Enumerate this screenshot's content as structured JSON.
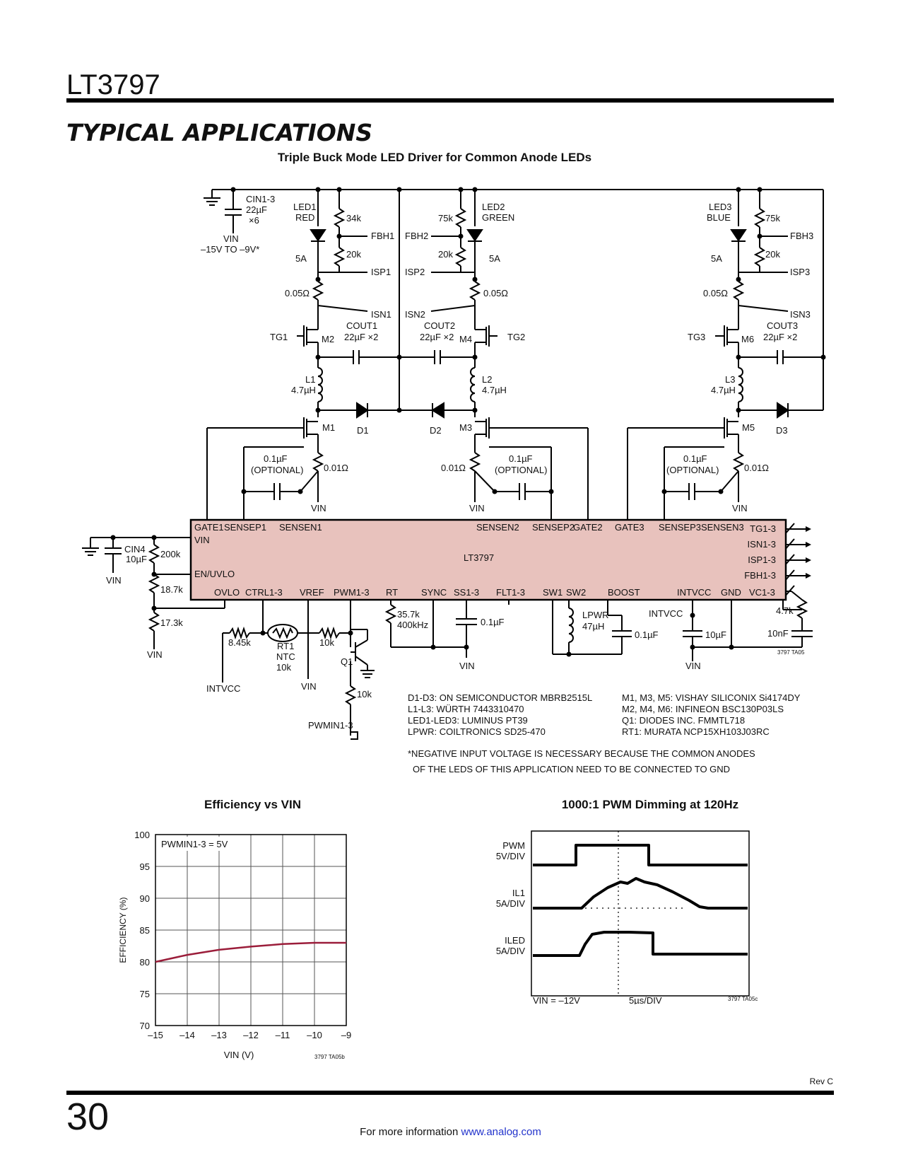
{
  "header": {
    "part_number": "LT3797",
    "section_title": "TYPICAL APPLICATIONS"
  },
  "schematic": {
    "title": "Triple Buck Mode LED Driver for Common Anode LEDs",
    "ic_name": "LT3797",
    "pins_top": [
      "GATE1",
      "SENSEP1",
      "SENSEN1",
      "SENSEN2",
      "SENSEP2",
      "GATE2",
      "GATE3",
      "SENSEP3",
      "SENSEN3"
    ],
    "pins_left": [
      "VIN",
      "EN/UVLO"
    ],
    "pins_bottom": [
      "OVLO",
      "CTRL1-3",
      "VREF",
      "PWM1-3",
      "RT",
      "SYNC",
      "SS1-3",
      "FLT1-3",
      "SW1",
      "SW2",
      "BOOST",
      "INTVCC",
      "GND",
      "VC1-3"
    ],
    "pins_right": [
      "TG1-3",
      "ISN1-3",
      "ISP1-3",
      "FBH1-3"
    ],
    "labels": {
      "cin13": "CIN1-3",
      "cin13_val": "22µF",
      "cin13_mult": "×6",
      "vin": "VIN",
      "vin_range": "–15V TO –9V*",
      "led1": "LED1",
      "led1_color": "RED",
      "led2": "LED2",
      "led2_color": "GREEN",
      "led3": "LED3",
      "led3_color": "BLUE",
      "r34k": "34k",
      "r75k": "75k",
      "r20k": "20k",
      "fbh1": "FBH1",
      "fbh2": "FBH2",
      "fbh3": "FBH3",
      "isp1": "ISP1",
      "isp2": "ISP2",
      "isp3": "ISP3",
      "isn1": "ISN1",
      "isn2": "ISN2",
      "isn3": "ISN3",
      "i5a": "5A",
      "rsense": "0.05Ω",
      "tg1": "TG1",
      "tg2": "TG2",
      "tg3": "TG3",
      "m1": "M1",
      "m2": "M2",
      "m3": "M3",
      "m4": "M4",
      "m5": "M5",
      "m6": "M6",
      "cout1": "COUT1",
      "cout2": "COUT2",
      "cout3": "COUT3",
      "cout_val": "22µF ×2",
      "l1": "L1",
      "l2": "L2",
      "l3": "L3",
      "l_val": "4.7µH",
      "d1": "D1",
      "d2": "D2",
      "d3": "D3",
      "c01uf": "0.1µF",
      "optional": "(OPTIONAL)",
      "r001": "0.01Ω",
      "cin4": "CIN4",
      "cin4_val": "10µF",
      "r200k": "200k",
      "r187k": "18.7k",
      "r173k": "17.3k",
      "r845k": "8.45k",
      "rt1": "RT1",
      "ntc": "NTC",
      "r10k": "10k",
      "intvcc": "INTVCC",
      "q1": "Q1",
      "pwmin": "PWMIN1-3",
      "r357k": "35.7k",
      "f400khz": "400kHz",
      "lpwr": "LPWR",
      "lpwr_val": "47µH",
      "c10uf": "10µF",
      "r47k": "4.7k",
      "c10nf": "10nF",
      "fig_code": "3797 TA05"
    },
    "bom_left": [
      "D1-D3: ON SEMICONDUCTOR MBRB2515L",
      "L1-L3: WÜRTH 7443310470",
      "LED1-LED3: LUMINUS PT39",
      "LPWR: COILTRONICS SD25-470"
    ],
    "bom_right": [
      "M1, M3, M5: VISHAY SILICONIX Si4174DY",
      "M2, M4, M6: INFINEON BSC130P03LS",
      "Q1: DIODES INC. FMMTL718",
      "RT1: MURATA NCP15XH103J03RC"
    ],
    "note_lines": [
      "*NEGATIVE INPUT VOLTAGE IS NECESSARY BECAUSE THE COMMON ANODES",
      "OF THE LEDS OF THIS APPLICATION NEED TO BE CONNECTED TO GND"
    ]
  },
  "chart_data": [
    {
      "type": "line",
      "title": "Efficiency vs VIN",
      "xlabel": "VIN (V)",
      "ylabel": "EFFICIENCY (%)",
      "xlim": [
        -15,
        -9
      ],
      "ylim": [
        70,
        100
      ],
      "xticks": [
        "–15",
        "–14",
        "–13",
        "–12",
        "–11",
        "–10",
        "–9"
      ],
      "yticks": [
        "100",
        "95",
        "90",
        "85",
        "80",
        "75",
        "70"
      ],
      "annotation": "PWMIN1-3 = 5V",
      "grid": true,
      "series": [
        {
          "color": "#9b1d3a",
          "x": [
            -15,
            -14,
            -13,
            -12,
            -11,
            -10,
            -9.7,
            -9
          ],
          "y": [
            80.0,
            81.1,
            81.9,
            82.4,
            82.8,
            83.0,
            83.0,
            83.0
          ]
        }
      ],
      "fig_code": "3797 TA05b"
    },
    {
      "type": "line",
      "title": "1000:1 PWM Dimming at 120Hz",
      "trace_labels": [
        {
          "name": "PWM",
          "scale": "5V/DIV"
        },
        {
          "name": "IL1",
          "scale": "5A/DIV"
        },
        {
          "name": "ILED",
          "scale": "5A/DIV"
        }
      ],
      "bottom_left": "VIN = –12V",
      "bottom_mid": "5µs/DIV",
      "fig_code": "3797 TA05c"
    }
  ],
  "footer": {
    "rev": "Rev C",
    "page": "30",
    "more_info": "For more information",
    "link": "www.analog.com"
  }
}
